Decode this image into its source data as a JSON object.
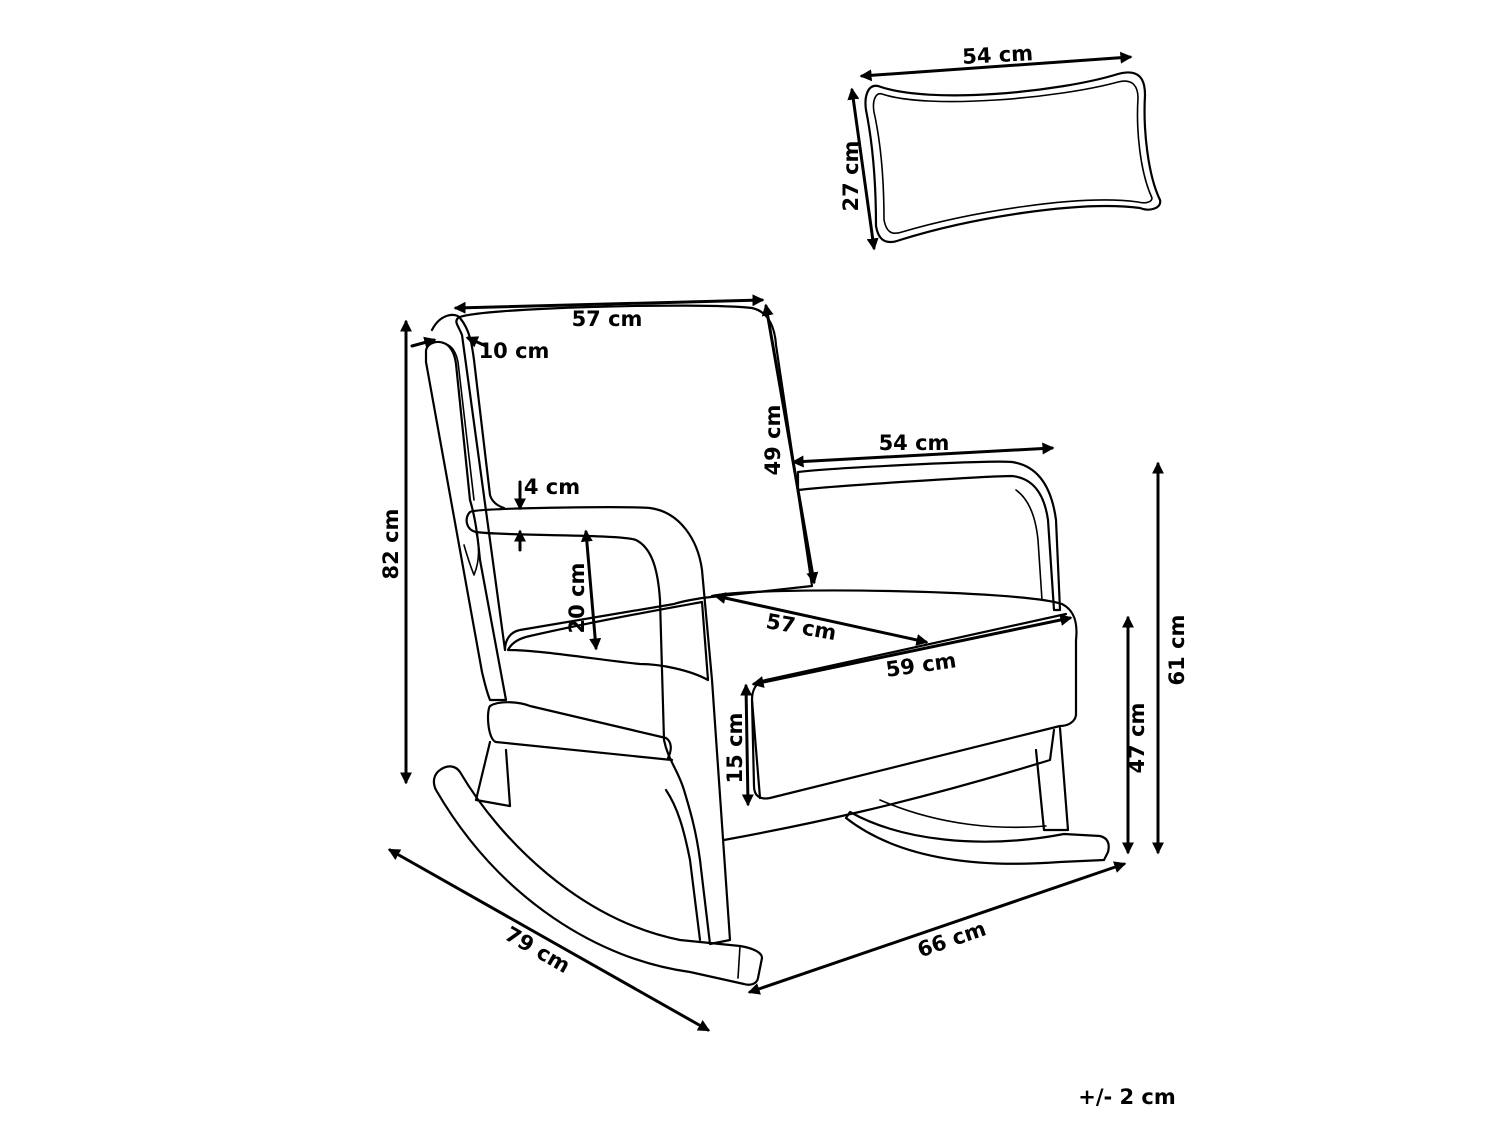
{
  "labels": {
    "pillow_width": "54 cm",
    "pillow_height": "27 cm",
    "back_width": "57 cm",
    "back_top_thickness": "10 cm",
    "back_height": "49 cm",
    "armrest_length": "54 cm",
    "armrest_thickness": "4 cm",
    "total_height": "82 cm",
    "armrest_height_above_seat": "20 cm",
    "seat_depth": "57 cm",
    "seat_width": "59 cm",
    "seat_cushion_thickness": "15 cm",
    "seat_height": "47 cm",
    "arm_height": "61 cm",
    "total_depth": "79 cm",
    "total_width": "66 cm",
    "tolerance": "+/- 2 cm"
  },
  "colors": {
    "line": "#000000",
    "background": "#ffffff"
  }
}
